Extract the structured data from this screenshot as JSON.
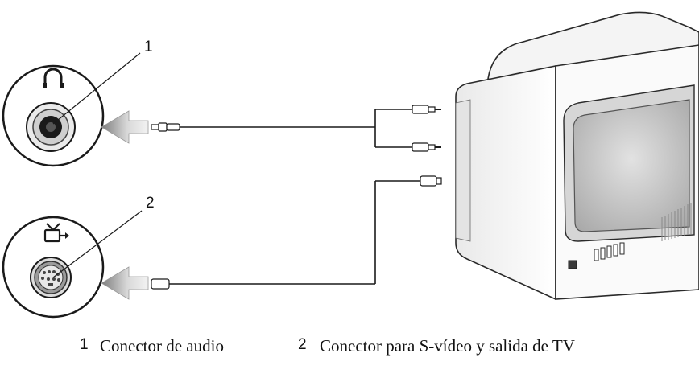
{
  "callouts": [
    {
      "number": "1",
      "label": "Conector de audio"
    },
    {
      "number": "2",
      "label": "Conector para S-vídeo y salida de TV"
    }
  ],
  "icons": {
    "audio_port": "headphones-icon",
    "video_port": "tv-out-icon",
    "display": "crt-television"
  },
  "colors": {
    "line": "#1a1a1a",
    "arrow_light": "#e6e6e6",
    "arrow_dark": "#8a8a8a",
    "tv_body": "#f2f2f2",
    "screen": "#bdbdbd"
  }
}
